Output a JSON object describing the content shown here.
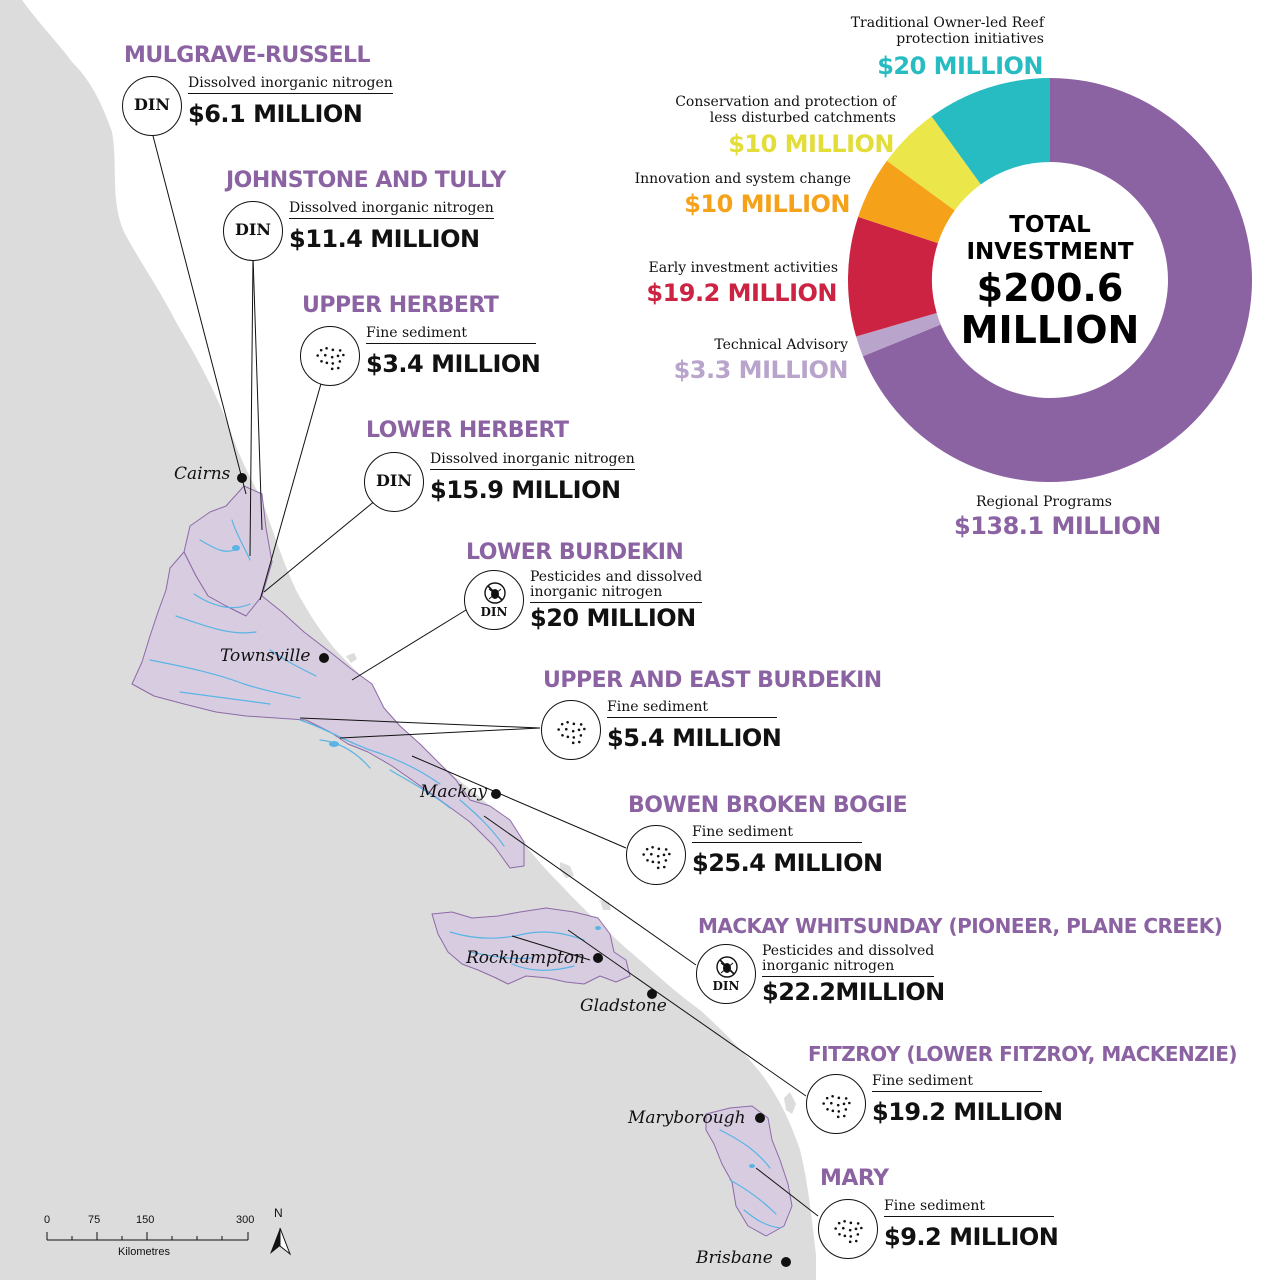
{
  "colors": {
    "land": "#dcdcdc",
    "catchment": "#d8cde0",
    "catchment_stroke": "#8d6aa8",
    "river": "#5ab4e5",
    "region_title": "#8c63a2"
  },
  "regions": [
    {
      "title": "MULGRAVE-RUSSELL",
      "pollutant": "Dissolved inorganic nitrogen",
      "amount": "$6.1 MILLION",
      "icon": "din-icon"
    },
    {
      "title": "JOHNSTONE AND TULLY",
      "pollutant": "Dissolved inorganic nitrogen",
      "amount": "$11.4 MILLION",
      "icon": "din-icon"
    },
    {
      "title": "UPPER HERBERT",
      "pollutant": "Fine sediment",
      "amount": "$3.4 MILLION",
      "icon": "fine-sediment-icon"
    },
    {
      "title": "LOWER HERBERT",
      "pollutant": "Dissolved inorganic nitrogen",
      "amount": "$15.9 MILLION",
      "icon": "din-icon"
    },
    {
      "title": "LOWER BURDEKIN",
      "pollutant_line1": "Pesticides and dissolved",
      "pollutant_line2": "inorganic nitrogen",
      "amount": "$20 MILLION",
      "icon": "pesticide-din-icon"
    },
    {
      "title": "UPPER AND EAST BURDEKIN",
      "pollutant": "Fine sediment",
      "amount": "$5.4 MILLION",
      "icon": "fine-sediment-icon"
    },
    {
      "title": "BOWEN BROKEN BOGIE",
      "pollutant": "Fine sediment",
      "amount": "$25.4 MILLION",
      "icon": "fine-sediment-icon"
    },
    {
      "title": "MACKAY WHITSUNDAY (PIONEER, PLANE CREEK)",
      "pollutant_line1": "Pesticides and dissolved",
      "pollutant_line2": "inorganic nitrogen",
      "amount": "$22.2MILLION",
      "icon": "pesticide-din-icon"
    },
    {
      "title": "FITZROY (LOWER FITZROY, MACKENZIE)",
      "pollutant": "Fine sediment",
      "amount": "$19.2 MILLION",
      "icon": "fine-sediment-icon"
    },
    {
      "title": "MARY",
      "pollutant": "Fine sediment",
      "amount": "$9.2 MILLION",
      "icon": "fine-sediment-icon"
    }
  ],
  "icon_text": {
    "din": "DIN"
  },
  "cities": [
    "Cairns",
    "Townsville",
    "Mackay",
    "Rockhampton",
    "Gladstone",
    "Maryborough",
    "Brisbane"
  ],
  "donut": {
    "center_line1": "TOTAL",
    "center_line2": "INVESTMENT",
    "center_line3": "$200.6",
    "center_line4": "MILLION",
    "total_millions": 200.6,
    "segments": [
      {
        "label": "Regional Programs",
        "value_text": "$138.1 MILLION",
        "value": 138.1,
        "color": "#8c63a2"
      },
      {
        "label": "Technical Advisory",
        "value_text": "$3.3 MILLION",
        "value": 3.3,
        "color": "#b9a4cc"
      },
      {
        "label": "Early investment activities",
        "value_text": "$19.2 MILLION",
        "value": 19.2,
        "color": "#cc2342"
      },
      {
        "label": "Innovation and system change",
        "value_text": "$10 MILLION",
        "value": 10,
        "color": "#f5a11a"
      },
      {
        "label_line1": "Conservation and protection of",
        "label_line2": "less disturbed catchments",
        "value_text": "$10 MILLION",
        "value": 10,
        "color": "#ebe64a"
      },
      {
        "label_line1": "Traditional Owner-led Reef",
        "label_line2": "protection initiatives",
        "value_text": "$20 MILLION",
        "value": 20,
        "color": "#26bcc2"
      }
    ]
  },
  "scale_bar": {
    "ticks": [
      "0",
      "75",
      "150",
      "300"
    ],
    "unit": "Kilometres",
    "north": "N"
  }
}
